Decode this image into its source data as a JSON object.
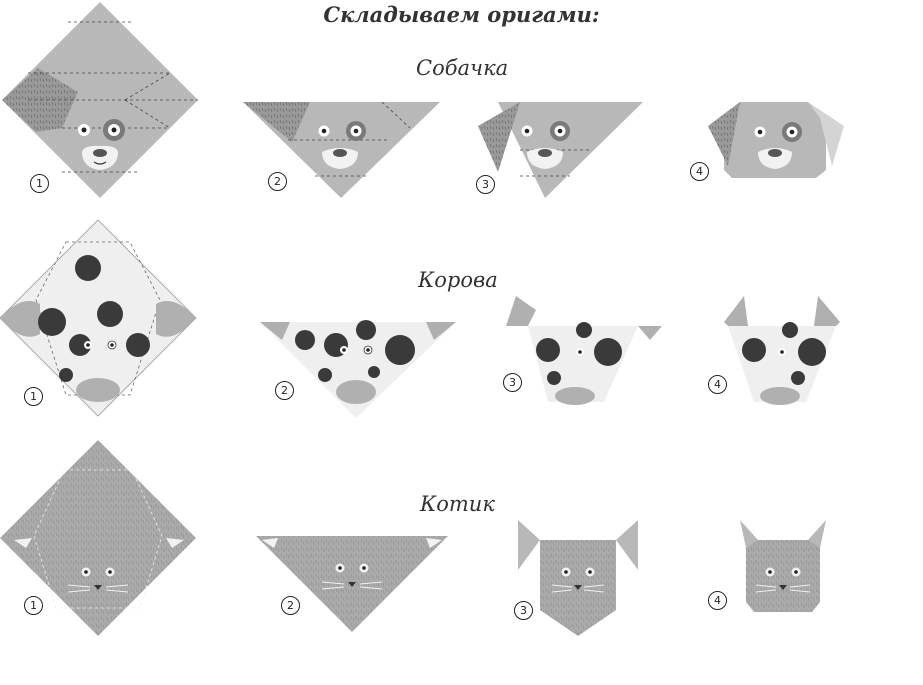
{
  "title": "Складываем оригами:",
  "sections": [
    {
      "name": "Собачка",
      "steps": [
        "1",
        "2",
        "3",
        "4"
      ]
    },
    {
      "name": "Корова",
      "steps": [
        "1",
        "2",
        "3",
        "4"
      ]
    },
    {
      "name": "Котик",
      "steps": [
        "1",
        "2",
        "3",
        "4"
      ]
    }
  ],
  "colors": {
    "paper": "#b8b8b8",
    "paper_dark": "#8c8c8c",
    "paper_light": "#efefef",
    "spot": "#3a3a3a",
    "text": "#333333"
  }
}
